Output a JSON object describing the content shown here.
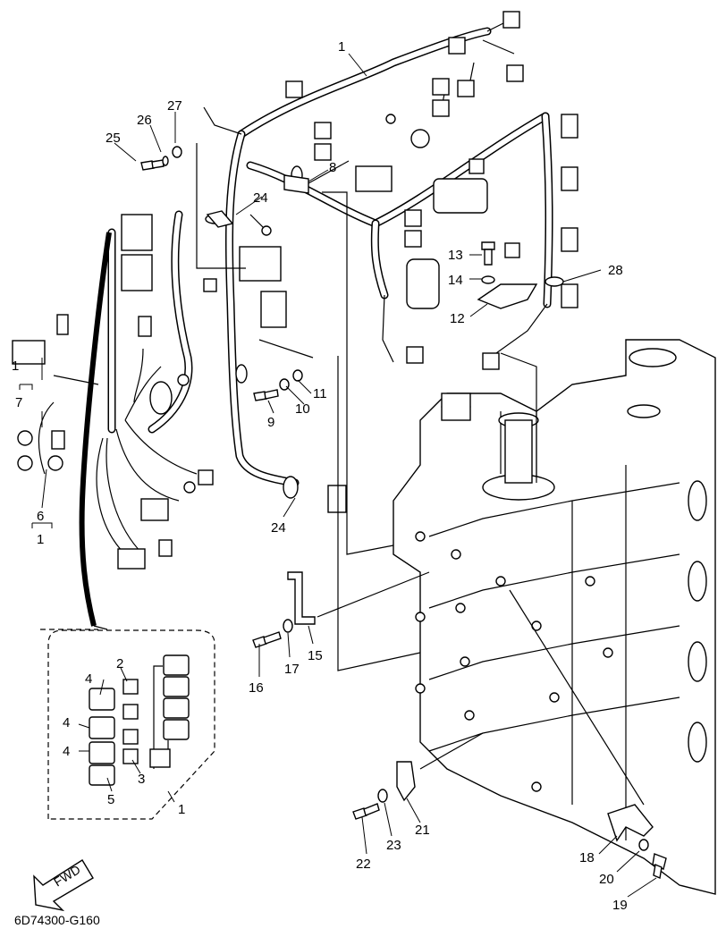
{
  "diagram": {
    "drawing_code": "6D74300-G160",
    "fwd_label": "FWD",
    "callouts": {
      "c1_main": "1",
      "c1_left": "1",
      "c1_sub": "1",
      "c1_inset": "1",
      "c2": "2",
      "c3": "3",
      "c4a": "4",
      "c4b": "4",
      "c4c": "4",
      "c5": "5",
      "c6": "6",
      "c7": "7",
      "c8": "8",
      "c9": "9",
      "c10": "10",
      "c11": "11",
      "c12": "12",
      "c13": "13",
      "c14": "14",
      "c15": "15",
      "c16": "16",
      "c17": "17",
      "c18": "18",
      "c19": "19",
      "c20": "20",
      "c21": "21",
      "c22": "22",
      "c23": "23",
      "c24a": "24",
      "c24b": "24",
      "c25": "25",
      "c26": "26",
      "c27": "27",
      "c28": "28"
    }
  }
}
